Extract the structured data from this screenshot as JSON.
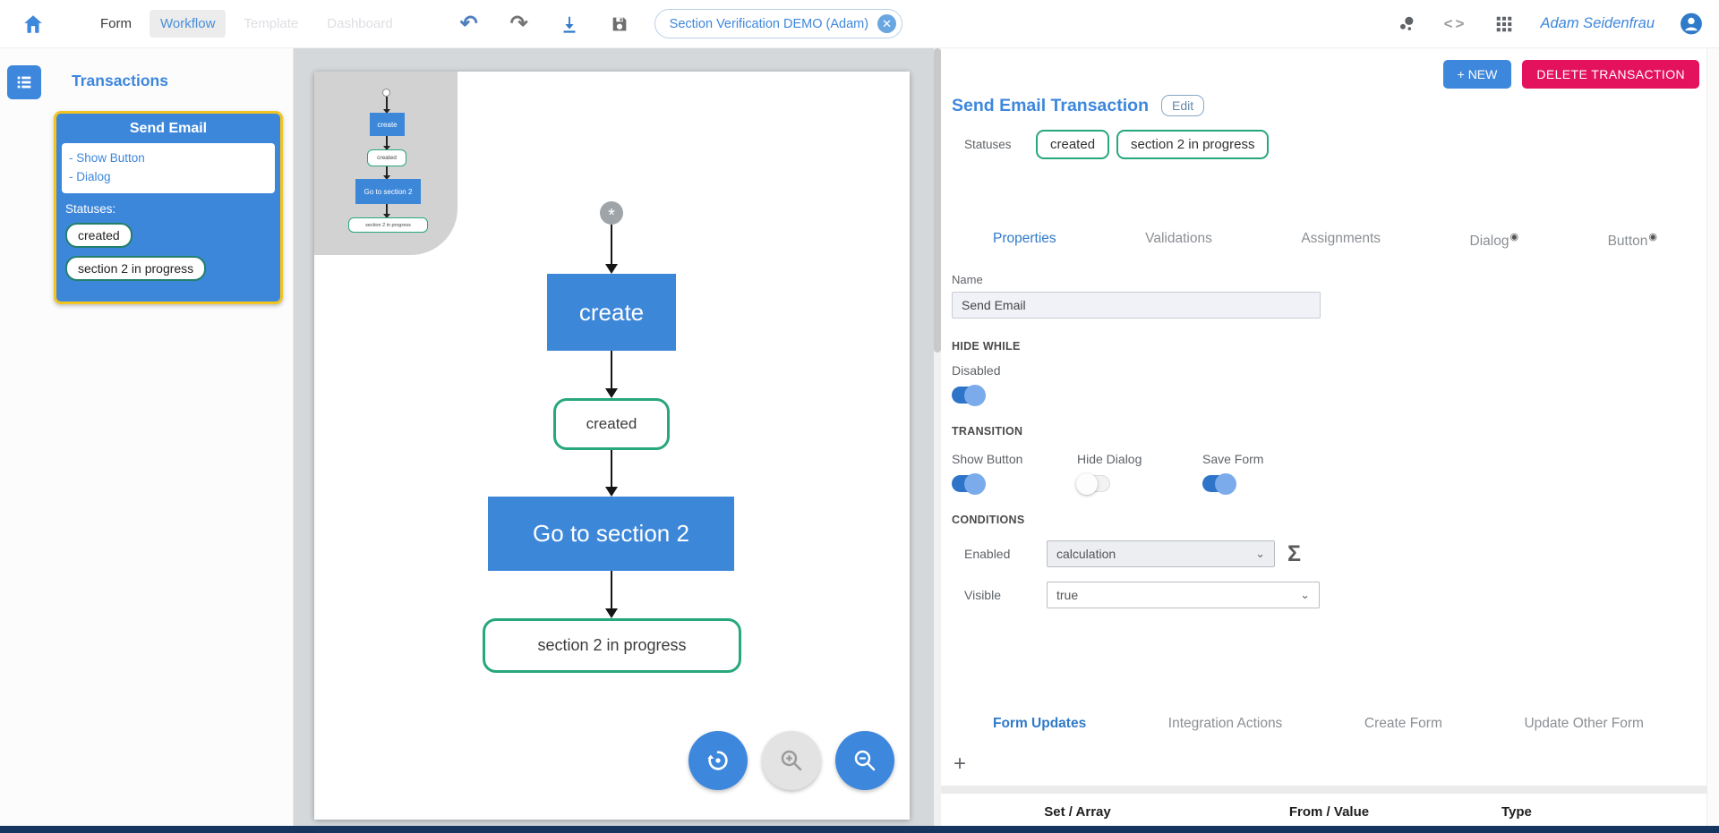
{
  "topbar": {
    "nav_items": [
      {
        "label": "Form"
      },
      {
        "label": "Workflow"
      },
      {
        "label": "Template"
      },
      {
        "label": "Dashboard"
      }
    ],
    "document_chip": "Section Verification DEMO (Adam)",
    "close_glyph": "✕",
    "user_name": "Adam Seidenfrau"
  },
  "sidebar": {
    "title": "Transactions",
    "card": {
      "title": "Send Email",
      "features": [
        "- Show Button",
        "- Dialog"
      ],
      "statuses_label": "Statuses:",
      "statuses": [
        "created",
        "section 2 in progress"
      ]
    }
  },
  "workflow": {
    "start_label": "*",
    "nodes": [
      {
        "label": "create",
        "type": "transaction"
      },
      {
        "label": "created",
        "type": "status"
      },
      {
        "label": "Go to section 2",
        "type": "transaction"
      },
      {
        "label": "section 2 in progress",
        "type": "status"
      }
    ]
  },
  "panel": {
    "new_button": "+ NEW",
    "delete_button": "DELETE TRANSACTION",
    "title": "Send Email Transaction",
    "edit_button": "Edit",
    "statuses_label": "Statuses",
    "statuses": [
      "created",
      "section 2 in progress"
    ],
    "tabs": [
      "Properties",
      "Validations",
      "Assignments",
      "Dialog",
      "Button"
    ],
    "properties": {
      "name_label": "Name",
      "name_value": "Send Email",
      "hide_while_heading": "HIDE WHILE",
      "disabled_label": "Disabled",
      "disabled_on": true,
      "transition_heading": "TRANSITION",
      "transition_toggles": [
        {
          "label": "Show Button",
          "on": true
        },
        {
          "label": "Hide Dialog",
          "on": false
        },
        {
          "label": "Save Form",
          "on": true
        }
      ],
      "conditions_heading": "CONDITIONS",
      "enabled_label": "Enabled",
      "enabled_value": "calculation",
      "visible_label": "Visible",
      "visible_value": "true"
    },
    "action_tabs": [
      "Form Updates",
      "Integration Actions",
      "Create Form",
      "Update Other Form"
    ],
    "table_headers": [
      "Set / Array",
      "From / Value",
      "Type"
    ]
  },
  "colors": {
    "primary_blue": "#3d87dc",
    "delete_crimson": "#e4115c",
    "status_green": "#27a77d",
    "highlight_yellow": "#f2c422",
    "footer_navy": "#16365f"
  }
}
